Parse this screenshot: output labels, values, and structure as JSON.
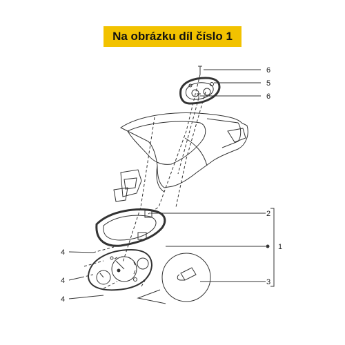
{
  "banner": {
    "text": "Na obrázku díl číslo 1",
    "color": "#f2c200"
  },
  "callouts": {
    "c6_top": "6",
    "c5": "5",
    "c6_bottom": "6",
    "c2": "2",
    "c1": "1",
    "c3": "3",
    "c4_top": "4",
    "c4_mid": "4",
    "c4_bottom": "4"
  }
}
